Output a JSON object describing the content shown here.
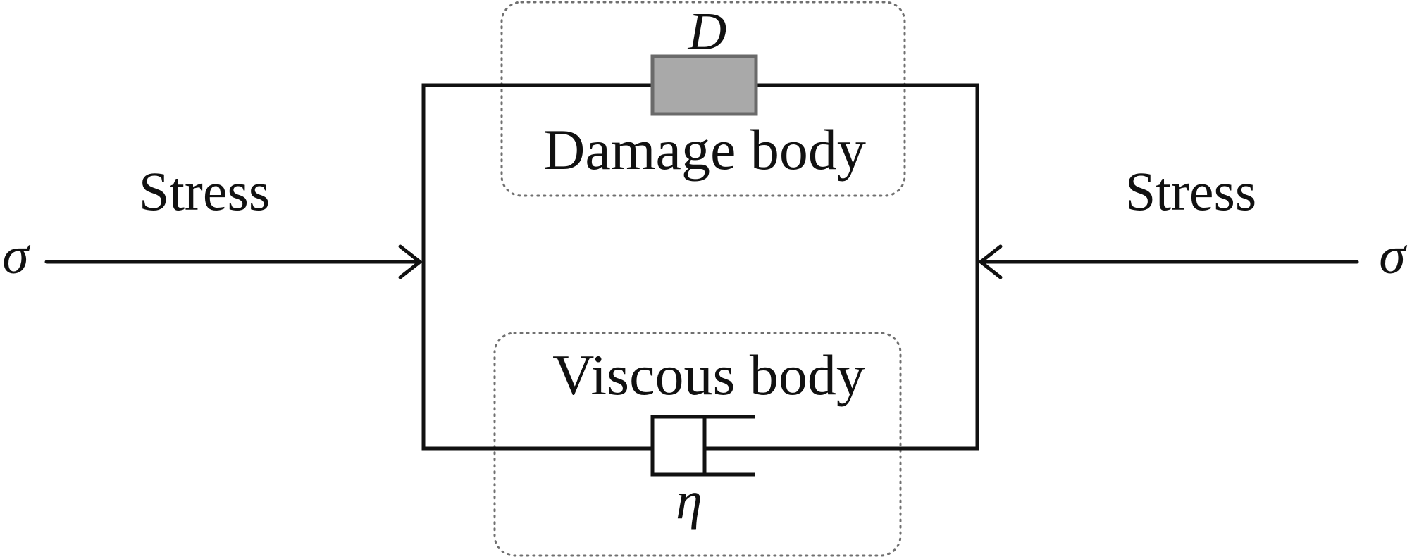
{
  "labels": {
    "stress_left": "Stress",
    "stress_right": "Stress",
    "sigma_left": "σ",
    "sigma_right": "σ",
    "damage_symbol": "D",
    "damage_body": "Damage body",
    "viscous_body": "Viscous body",
    "viscous_symbol": "η"
  },
  "colors": {
    "line": "#111111",
    "damage_fill": "#a9a9a9",
    "damage_stroke": "#6a6a6a",
    "group_border": "#707070"
  }
}
